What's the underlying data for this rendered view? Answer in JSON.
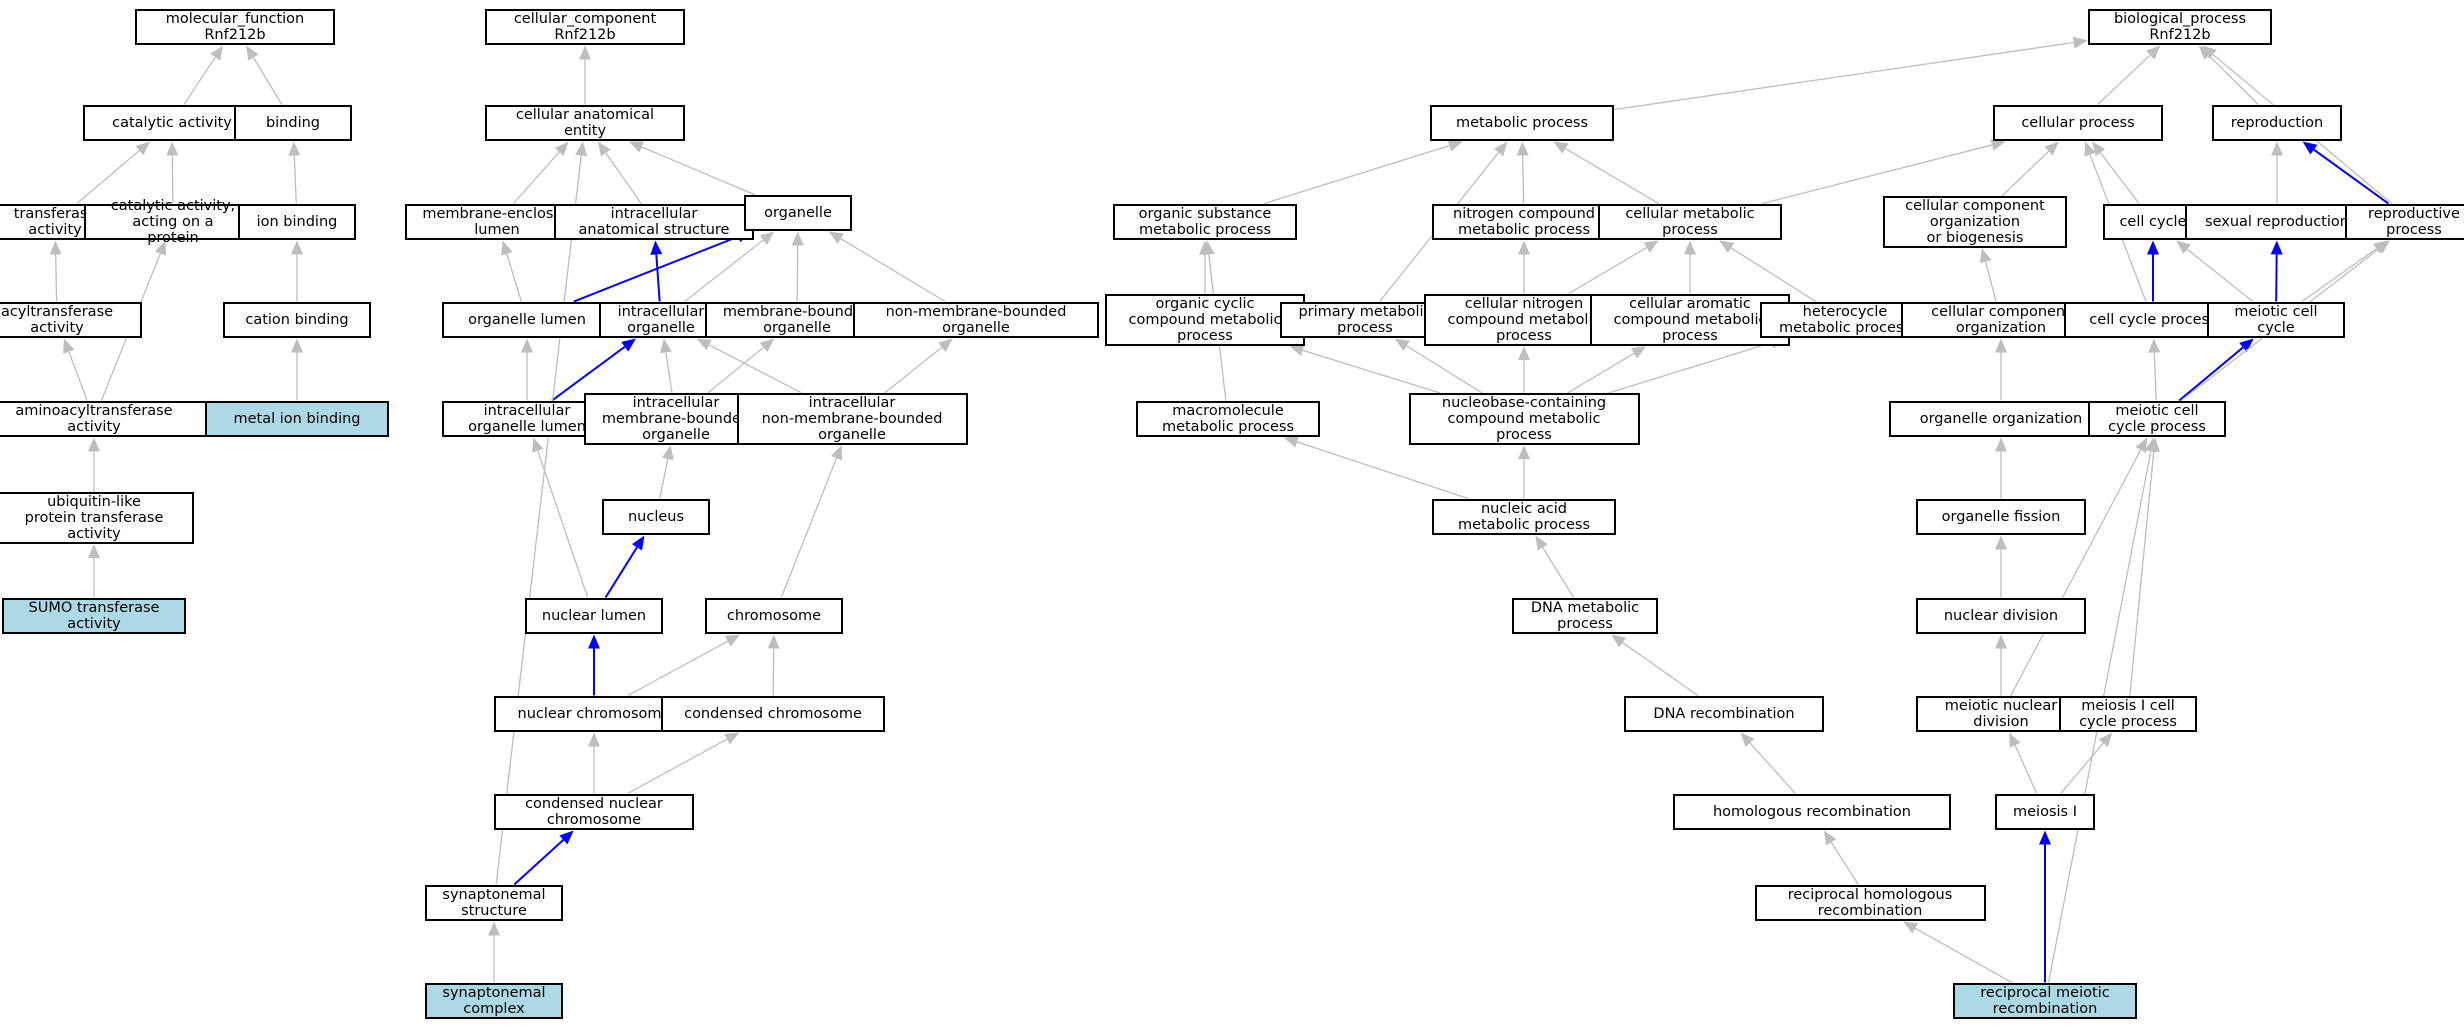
{
  "colors": {
    "edge_default": "#bebebe",
    "edge_highlight": "#0000ff",
    "term_highlight": "#add8e6"
  },
  "nodes": [
    {
      "id": "mf_root",
      "label": "molecular_function\nRnf212b"
    },
    {
      "id": "catalytic_activity",
      "label": "catalytic activity"
    },
    {
      "id": "binding",
      "label": "binding"
    },
    {
      "id": "transferase_activity",
      "label": "transferase\nactivity"
    },
    {
      "id": "catalytic_protein",
      "label": "catalytic activity,\nacting on a\nprotein"
    },
    {
      "id": "ion_binding",
      "label": "ion binding"
    },
    {
      "id": "acyltransferase",
      "label": "acyltransferase\nactivity"
    },
    {
      "id": "cation_binding",
      "label": "cation binding"
    },
    {
      "id": "aminoacyltransferase",
      "label": "aminoacyltransferase\nactivity"
    },
    {
      "id": "metal_ion_binding",
      "label": "metal ion binding",
      "highlight": true
    },
    {
      "id": "ubl_transferase",
      "label": "ubiquitin-like\nprotein transferase\nactivity"
    },
    {
      "id": "sumo_transferase",
      "label": "SUMO transferase\nactivity",
      "highlight": true
    },
    {
      "id": "cc_root",
      "label": "cellular_component\nRnf212b"
    },
    {
      "id": "cellular_anatomical_entity",
      "label": "cellular anatomical\nentity"
    },
    {
      "id": "membrane_enclosed_lumen",
      "label": "membrane-enclosed\nlumen"
    },
    {
      "id": "intracellular_anatomical",
      "label": "intracellular\nanatomical structure"
    },
    {
      "id": "organelle",
      "label": "organelle"
    },
    {
      "id": "organelle_lumen",
      "label": "organelle lumen"
    },
    {
      "id": "intracellular_organelle",
      "label": "intracellular\norganelle"
    },
    {
      "id": "membrane_bounded_organelle",
      "label": "membrane-bounded\norganelle"
    },
    {
      "id": "non_membrane_bounded_organelle",
      "label": "non-membrane-bounded\norganelle"
    },
    {
      "id": "intracellular_organelle_lumen",
      "label": "intracellular\norganelle lumen"
    },
    {
      "id": "intracellular_mb_organelle",
      "label": "intracellular\nmembrane-bounded\norganelle"
    },
    {
      "id": "intracellular_nmb_organelle",
      "label": "intracellular\nnon-membrane-bounded\norganelle"
    },
    {
      "id": "nucleus",
      "label": "nucleus"
    },
    {
      "id": "nuclear_lumen",
      "label": "nuclear lumen"
    },
    {
      "id": "chromosome",
      "label": "chromosome"
    },
    {
      "id": "nuclear_chromosome",
      "label": "nuclear chromosome"
    },
    {
      "id": "condensed_chromosome",
      "label": "condensed chromosome"
    },
    {
      "id": "condensed_nuclear_chromosome",
      "label": "condensed nuclear\nchromosome"
    },
    {
      "id": "synaptonemal_structure",
      "label": "synaptonemal\nstructure"
    },
    {
      "id": "synaptonemal_complex",
      "label": "synaptonemal\ncomplex",
      "highlight": true
    },
    {
      "id": "bp_root",
      "label": "biological_process\nRnf212b"
    },
    {
      "id": "metabolic_process",
      "label": "metabolic process"
    },
    {
      "id": "cellular_process",
      "label": "cellular process"
    },
    {
      "id": "reproduction",
      "label": "reproduction"
    },
    {
      "id": "organic_substance_mp",
      "label": "organic substance\nmetabolic process"
    },
    {
      "id": "nitrogen_compound_mp",
      "label": "nitrogen compound\nmetabolic process"
    },
    {
      "id": "cellular_metabolic_process",
      "label": "cellular metabolic\nprocess"
    },
    {
      "id": "cc_org_or_biogenesis",
      "label": "cellular component\norganization\nor biogenesis"
    },
    {
      "id": "cell_cycle",
      "label": "cell cycle"
    },
    {
      "id": "sexual_reproduction",
      "label": "sexual reproduction"
    },
    {
      "id": "reproductive_process",
      "label": "reproductive\nprocess"
    },
    {
      "id": "organic_cyclic_compound_mp",
      "label": "organic cyclic\ncompound metabolic\nprocess"
    },
    {
      "id": "primary_metabolic_process",
      "label": "primary metabolic\nprocess"
    },
    {
      "id": "cellular_nitrogen_compound_mp",
      "label": "cellular nitrogen\ncompound metabolic\nprocess"
    },
    {
      "id": "cellular_aromatic_compound_mp",
      "label": "cellular aromatic\ncompound metabolic\nprocess"
    },
    {
      "id": "heterocycle_mp",
      "label": "heterocycle\nmetabolic process"
    },
    {
      "id": "cellular_component_organization",
      "label": "cellular component\norganization"
    },
    {
      "id": "cell_cycle_process",
      "label": "cell cycle process"
    },
    {
      "id": "meiotic_cell_cycle",
      "label": "meiotic cell\ncycle"
    },
    {
      "id": "macromolecule_mp",
      "label": "macromolecule\nmetabolic process"
    },
    {
      "id": "nucleobase_containing_mp",
      "label": "nucleobase-containing\ncompound metabolic\nprocess"
    },
    {
      "id": "organelle_organization",
      "label": "organelle organization"
    },
    {
      "id": "meiotic_cell_cycle_process",
      "label": "meiotic cell\ncycle process"
    },
    {
      "id": "nucleic_acid_mp",
      "label": "nucleic acid\nmetabolic process"
    },
    {
      "id": "organelle_fission",
      "label": "organelle fission"
    },
    {
      "id": "dna_metabolic_process",
      "label": "DNA metabolic\nprocess"
    },
    {
      "id": "nuclear_division",
      "label": "nuclear division"
    },
    {
      "id": "dna_recombination",
      "label": "DNA recombination"
    },
    {
      "id": "meiotic_nuclear_division",
      "label": "meiotic nuclear\ndivision"
    },
    {
      "id": "meiosis_i_cell_cycle_process",
      "label": "meiosis I cell\ncycle process"
    },
    {
      "id": "homologous_recombination",
      "label": "homologous recombination"
    },
    {
      "id": "meiosis_i",
      "label": "meiosis I"
    },
    {
      "id": "reciprocal_homologous_recombination",
      "label": "reciprocal homologous\nrecombination"
    },
    {
      "id": "reciprocal_meiotic_recombination",
      "label": "reciprocal meiotic\nrecombination",
      "highlight": true
    }
  ],
  "edges": [
    {
      "from": "catalytic_activity",
      "to": "mf_root"
    },
    {
      "from": "binding",
      "to": "mf_root"
    },
    {
      "from": "transferase_activity",
      "to": "catalytic_activity"
    },
    {
      "from": "catalytic_protein",
      "to": "catalytic_activity"
    },
    {
      "from": "ion_binding",
      "to": "binding"
    },
    {
      "from": "acyltransferase",
      "to": "transferase_activity"
    },
    {
      "from": "cation_binding",
      "to": "ion_binding"
    },
    {
      "from": "aminoacyltransferase",
      "to": "acyltransferase"
    },
    {
      "from": "aminoacyltransferase",
      "to": "catalytic_protein"
    },
    {
      "from": "metal_ion_binding",
      "to": "cation_binding"
    },
    {
      "from": "ubl_transferase",
      "to": "aminoacyltransferase"
    },
    {
      "from": "sumo_transferase",
      "to": "ubl_transferase"
    },
    {
      "from": "cellular_anatomical_entity",
      "to": "cc_root"
    },
    {
      "from": "membrane_enclosed_lumen",
      "to": "cellular_anatomical_entity"
    },
    {
      "from": "intracellular_anatomical",
      "to": "cellular_anatomical_entity"
    },
    {
      "from": "organelle",
      "to": "cellular_anatomical_entity"
    },
    {
      "from": "organelle_lumen",
      "to": "membrane_enclosed_lumen"
    },
    {
      "from": "organelle_lumen",
      "to": "organelle",
      "highlight": true
    },
    {
      "from": "intracellular_organelle",
      "to": "intracellular_anatomical",
      "highlight": true
    },
    {
      "from": "intracellular_organelle",
      "to": "organelle"
    },
    {
      "from": "membrane_bounded_organelle",
      "to": "organelle"
    },
    {
      "from": "non_membrane_bounded_organelle",
      "to": "organelle"
    },
    {
      "from": "intracellular_organelle_lumen",
      "to": "organelle_lumen"
    },
    {
      "from": "intracellular_organelle_lumen",
      "to": "intracellular_organelle",
      "highlight": true
    },
    {
      "from": "intracellular_mb_organelle",
      "to": "intracellular_organelle"
    },
    {
      "from": "intracellular_mb_organelle",
      "to": "membrane_bounded_organelle"
    },
    {
      "from": "intracellular_nmb_organelle",
      "to": "intracellular_organelle"
    },
    {
      "from": "intracellular_nmb_organelle",
      "to": "non_membrane_bounded_organelle"
    },
    {
      "from": "nucleus",
      "to": "intracellular_mb_organelle"
    },
    {
      "from": "nuclear_lumen",
      "to": "intracellular_organelle_lumen"
    },
    {
      "from": "nuclear_lumen",
      "to": "nucleus",
      "highlight": true
    },
    {
      "from": "chromosome",
      "to": "intracellular_nmb_organelle"
    },
    {
      "from": "nuclear_chromosome",
      "to": "nuclear_lumen",
      "highlight": true
    },
    {
      "from": "nuclear_chromosome",
      "to": "chromosome"
    },
    {
      "from": "condensed_chromosome",
      "to": "chromosome"
    },
    {
      "from": "condensed_nuclear_chromosome",
      "to": "nuclear_chromosome"
    },
    {
      "from": "condensed_nuclear_chromosome",
      "to": "condensed_chromosome"
    },
    {
      "from": "synaptonemal_structure",
      "to": "condensed_nuclear_chromosome",
      "highlight": true
    },
    {
      "from": "synaptonemal_structure",
      "to": "cellular_anatomical_entity"
    },
    {
      "from": "synaptonemal_complex",
      "to": "synaptonemal_structure"
    },
    {
      "from": "metabolic_process",
      "to": "bp_root"
    },
    {
      "from": "cellular_process",
      "to": "bp_root"
    },
    {
      "from": "reproduction",
      "to": "bp_root"
    },
    {
      "from": "reproductive_process",
      "to": "bp_root"
    },
    {
      "from": "organic_substance_mp",
      "to": "metabolic_process"
    },
    {
      "from": "nitrogen_compound_mp",
      "to": "metabolic_process"
    },
    {
      "from": "cellular_metabolic_process",
      "to": "metabolic_process"
    },
    {
      "from": "primary_metabolic_process",
      "to": "metabolic_process"
    },
    {
      "from": "cellular_metabolic_process",
      "to": "cellular_process"
    },
    {
      "from": "cc_org_or_biogenesis",
      "to": "cellular_process"
    },
    {
      "from": "cell_cycle",
      "to": "cellular_process"
    },
    {
      "from": "cell_cycle_process",
      "to": "cellular_process"
    },
    {
      "from": "sexual_reproduction",
      "to": "reproduction"
    },
    {
      "from": "reproductive_process",
      "to": "reproduction",
      "highlight": true
    },
    {
      "from": "organic_cyclic_compound_mp",
      "to": "organic_substance_mp"
    },
    {
      "from": "macromolecule_mp",
      "to": "organic_substance_mp"
    },
    {
      "from": "cellular_nitrogen_compound_mp",
      "to": "nitrogen_compound_mp"
    },
    {
      "from": "cellular_nitrogen_compound_mp",
      "to": "cellular_metabolic_process"
    },
    {
      "from": "cellular_aromatic_compound_mp",
      "to": "cellular_metabolic_process"
    },
    {
      "from": "heterocycle_mp",
      "to": "cellular_metabolic_process"
    },
    {
      "from": "cellular_component_organization",
      "to": "cc_org_or_biogenesis"
    },
    {
      "from": "cell_cycle_process",
      "to": "cell_cycle",
      "highlight": true
    },
    {
      "from": "meiotic_cell_cycle",
      "to": "cell_cycle"
    },
    {
      "from": "meiotic_cell_cycle",
      "to": "sexual_reproduction",
      "highlight": true
    },
    {
      "from": "meiotic_cell_cycle",
      "to": "reproductive_process"
    },
    {
      "from": "nucleobase_containing_mp",
      "to": "organic_cyclic_compound_mp"
    },
    {
      "from": "nucleobase_containing_mp",
      "to": "primary_metabolic_process"
    },
    {
      "from": "nucleobase_containing_mp",
      "to": "cellular_nitrogen_compound_mp"
    },
    {
      "from": "nucleobase_containing_mp",
      "to": "cellular_aromatic_compound_mp"
    },
    {
      "from": "nucleobase_containing_mp",
      "to": "heterocycle_mp"
    },
    {
      "from": "organelle_organization",
      "to": "cellular_component_organization"
    },
    {
      "from": "meiotic_cell_cycle_process",
      "to": "cell_cycle_process"
    },
    {
      "from": "meiotic_cell_cycle_process",
      "to": "meiotic_cell_cycle",
      "highlight": true
    },
    {
      "from": "meiotic_cell_cycle_process",
      "to": "reproductive_process"
    },
    {
      "from": "nucleic_acid_mp",
      "to": "macromolecule_mp"
    },
    {
      "from": "nucleic_acid_mp",
      "to": "nucleobase_containing_mp"
    },
    {
      "from": "organelle_fission",
      "to": "organelle_organization"
    },
    {
      "from": "dna_metabolic_process",
      "to": "nucleic_acid_mp"
    },
    {
      "from": "nuclear_division",
      "to": "organelle_fission"
    },
    {
      "from": "dna_recombination",
      "to": "dna_metabolic_process"
    },
    {
      "from": "meiotic_nuclear_division",
      "to": "nuclear_division"
    },
    {
      "from": "meiotic_nuclear_division",
      "to": "meiotic_cell_cycle_process"
    },
    {
      "from": "meiosis_i_cell_cycle_process",
      "to": "meiotic_cell_cycle_process"
    },
    {
      "from": "homologous_recombination",
      "to": "dna_recombination"
    },
    {
      "from": "meiosis_i",
      "to": "meiotic_nuclear_division"
    },
    {
      "from": "meiosis_i",
      "to": "meiosis_i_cell_cycle_process"
    },
    {
      "from": "reciprocal_homologous_recombination",
      "to": "homologous_recombination"
    },
    {
      "from": "reciprocal_meiotic_recombination",
      "to": "reciprocal_homologous_recombination"
    },
    {
      "from": "reciprocal_meiotic_recombination",
      "to": "meiosis_i",
      "highlight": true
    },
    {
      "from": "reciprocal_meiotic_recombination",
      "to": "meiotic_cell_cycle_process"
    }
  ]
}
